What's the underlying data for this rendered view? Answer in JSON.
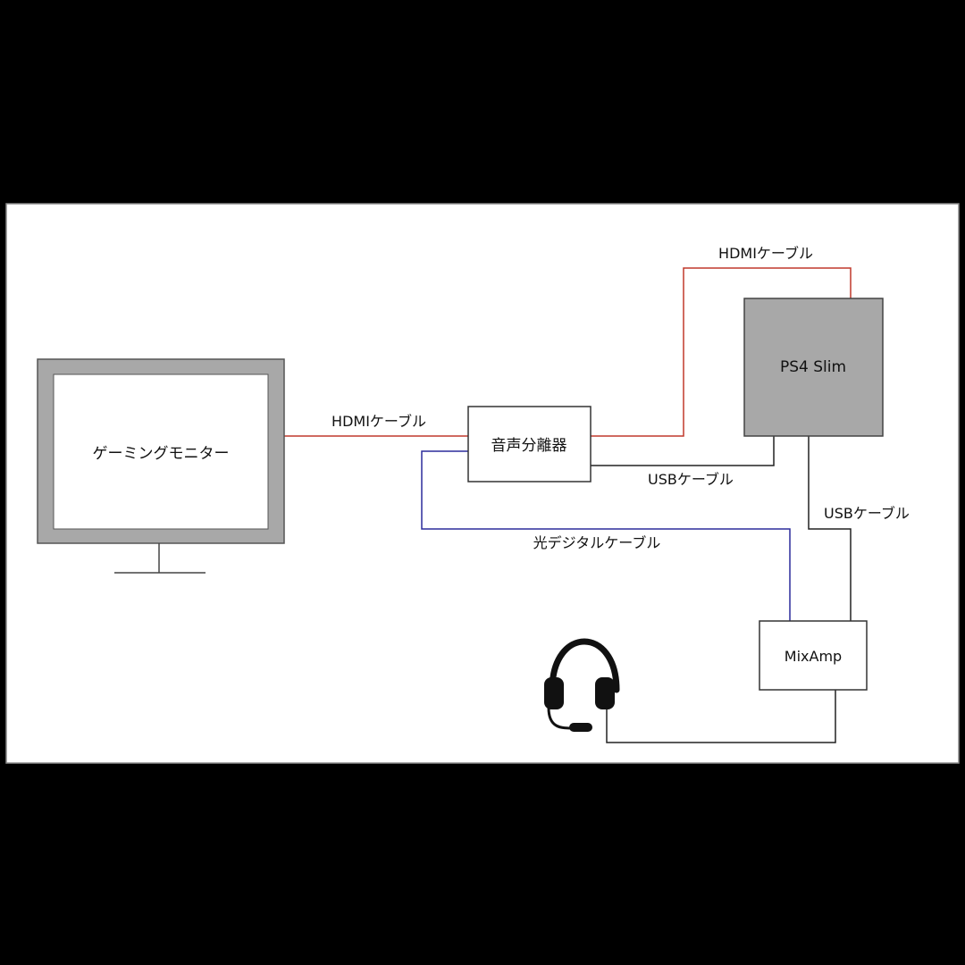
{
  "diagram": {
    "nodes": {
      "monitor": {
        "label": "ゲーミングモニター"
      },
      "splitter": {
        "label": "音声分離器"
      },
      "ps4": {
        "label": "PS4 Slim"
      },
      "mixamp": {
        "label": "MixAmp"
      },
      "headset": {
        "icon": "headset-icon"
      }
    },
    "edges": {
      "hdmi_monitor_splitter": {
        "label": "HDMIケーブル",
        "color": "#c0392b"
      },
      "hdmi_splitter_ps4": {
        "label": "HDMIケーブル",
        "color": "#c0392b"
      },
      "usb_splitter_ps4": {
        "label": "USBケーブル",
        "color": "#222222"
      },
      "optical_splitter_mixamp": {
        "label": "光デジタルケーブル",
        "color": "#2c2c9c"
      },
      "usb_ps4_mixamp": {
        "label": "USBケーブル",
        "color": "#222222"
      },
      "audio_mixamp_headset": {
        "label": "",
        "color": "#222222"
      }
    }
  }
}
